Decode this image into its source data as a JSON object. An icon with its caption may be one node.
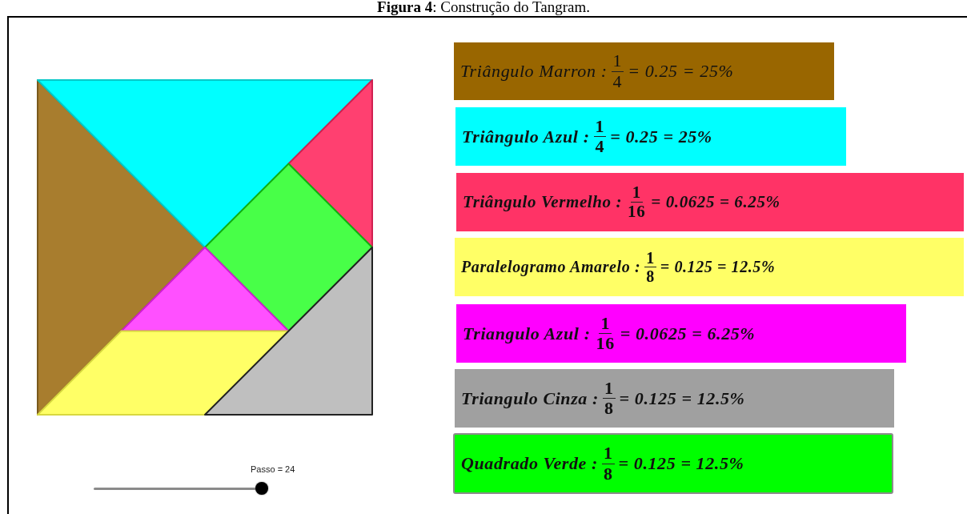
{
  "diagram": {
    "title": "**Figura 4**: Construção do Tangram.",
    "nodes": [
      {
        "text": [
          "Triângulo Marron :",
          "1",
          "4",
          "= 0.25 = 25%"
        ]
      },
      {
        "text": [
          "Triângulo Azul :",
          "1",
          "4",
          "= 0.25 = 25%"
        ]
      },
      {
        "text": [
          "Triângulo Vermelho :",
          "1",
          "16",
          "= 0.0625 = 6.25%"
        ]
      },
      {
        "text": [
          "Paralelogramo Amarelo :",
          "1",
          "8",
          "= 0.125 = 12.5%"
        ]
      },
      {
        "text": [
          "Triangulo Azul :",
          "1",
          "16",
          "= 0.0625 = 6.25%"
        ]
      },
      {
        "text": [
          "Triangulo Cinza :",
          "1",
          "8",
          "= 0.125 = 12.5%"
        ]
      },
      {
        "text": [
          "Quadrado Verde :",
          "1",
          "8",
          "= 0.125 = 12.5%"
        ]
      }
    ],
    "edges": [],
    "labels": [
      "Passo = 24"
    ]
  }
}
